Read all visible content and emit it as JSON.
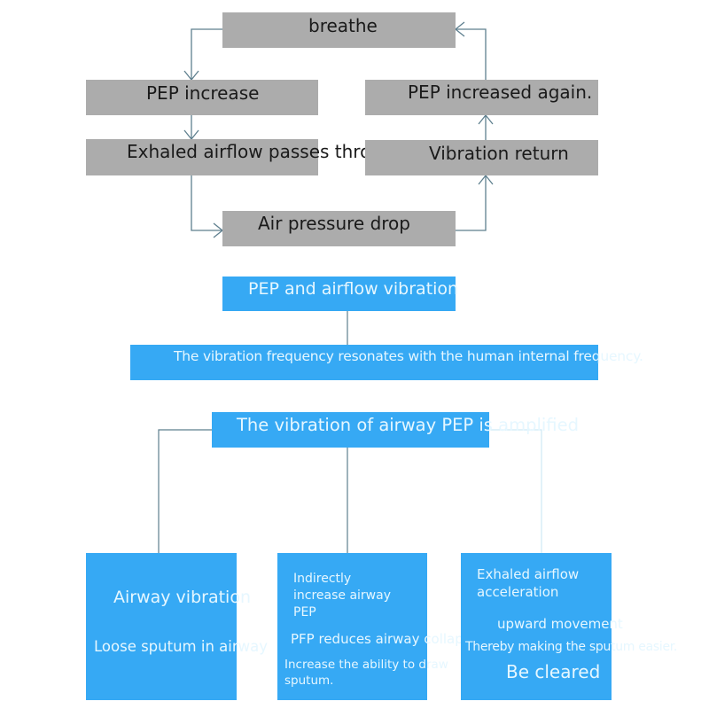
{
  "flow_top": {
    "nodes": {
      "breathe": "breathe",
      "pep_increase": "PEP increase",
      "exhaled_airflow": "Exhaled airflow passes through",
      "air_pressure_drop": "Air pressure drop",
      "vibration_return": "Vibration return",
      "pep_increased_again": "PEP increased again."
    }
  },
  "flow_bottom": {
    "pep_airflow_vibration": "PEP and airflow vibration",
    "resonance": "The vibration frequency resonates with the human internal frequency.",
    "amplified": "The vibration of airway PEP is amplified",
    "card_left": {
      "title": "Airway vibration",
      "body": "Loose sputum in airway"
    },
    "card_middle": {
      "line1": "Indirectly",
      "line2": "increase airway",
      "line3": "PEP",
      "line4": "PFP reduces airway collapse",
      "line5": "Increase the ability to draw",
      "line6": "sputum."
    },
    "card_right": {
      "line1": "Exhaled airflow",
      "line2": "acceleration",
      "line3": "upward movement",
      "line4": "Thereby making the sputum easier.",
      "line5": "Be cleared"
    }
  },
  "colors": {
    "gray_box": "#acacac",
    "blue_box": "#36a9f4",
    "connector": "#5e7f8e"
  }
}
